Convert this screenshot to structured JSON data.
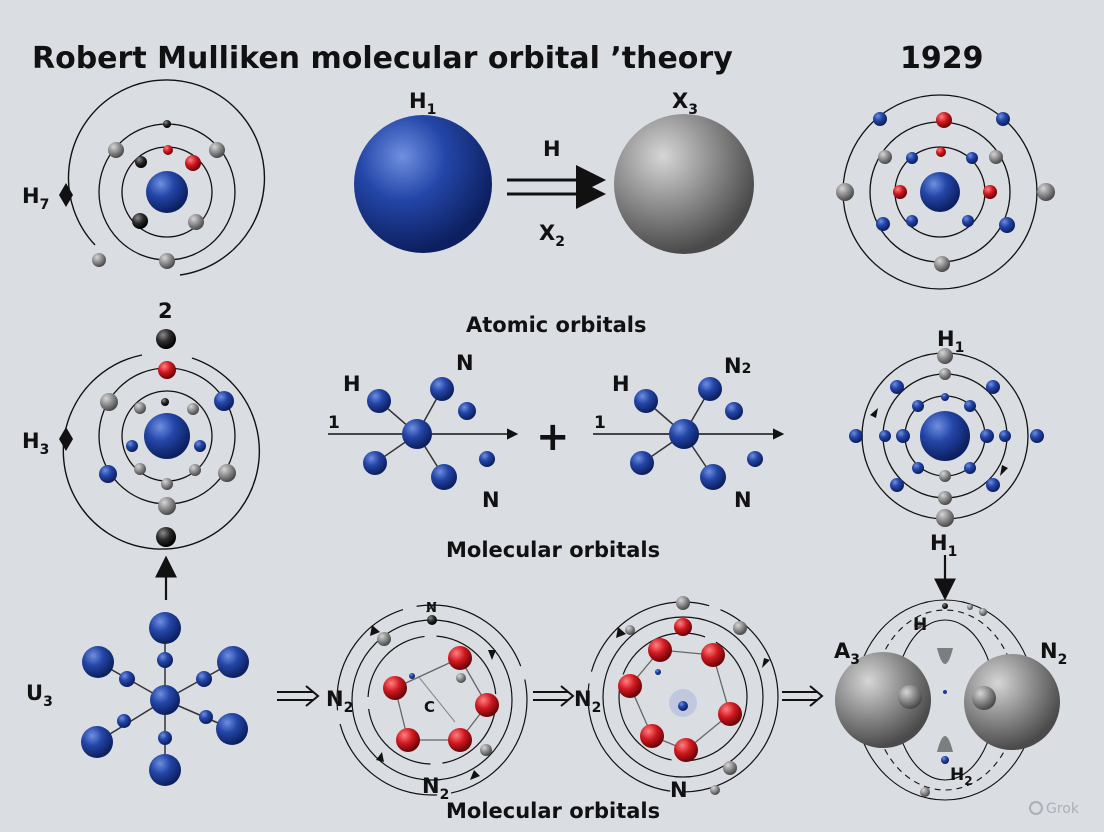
{
  "title": "Robert Mulliken molecular orbital ’theory",
  "year": "1929",
  "captions": {
    "atomic": "Atomic orbitals",
    "molecular_mid": "Molecular orbitals",
    "molecular_bottom": "Molecular orbitals"
  },
  "row1": {
    "left_atom": {
      "label": "H",
      "sub": "7"
    },
    "blue_sphere": {
      "label": "H",
      "sub": "1"
    },
    "arrow_top": "H",
    "arrow_bottom": {
      "label": "X",
      "sub": "2"
    },
    "gray_sphere": {
      "label": "X",
      "sub": "3"
    }
  },
  "row2": {
    "left_top_number": "2",
    "left_atom": {
      "label": "H",
      "sub": "3"
    },
    "mol1": {
      "h": "H",
      "n_top": "N",
      "n_bottom": "N",
      "axis": "1"
    },
    "plus": "+",
    "mol2": {
      "h": "H",
      "n_top": "N",
      "n_top_sub": "2",
      "n_bottom": "N",
      "axis": "1"
    },
    "right_atom": {
      "label": "H",
      "sub": "1"
    }
  },
  "row3": {
    "right_down_label": {
      "label": "H",
      "sub": "1"
    },
    "star": {
      "label": "U",
      "sub": "3"
    },
    "ring1": {
      "top": "N̸",
      "left": "N",
      "left_sub": "2",
      "bottom": "N",
      "bottom_sub": "2",
      "center": "C"
    },
    "ring2": {
      "left": "N",
      "left_sub": "2",
      "bottom": "N"
    },
    "final": {
      "left": "A",
      "left_sub": "3",
      "right": "N",
      "right_sub": "2",
      "top": "H",
      "bottom": "H",
      "bottom_sub": "2"
    }
  },
  "watermark": "Grok",
  "colors": {
    "background": "#dadde2",
    "blue": "#1c3d9a",
    "gray": "#8a8a8a",
    "red": "#c4161c",
    "black": "#1a1a1a"
  }
}
